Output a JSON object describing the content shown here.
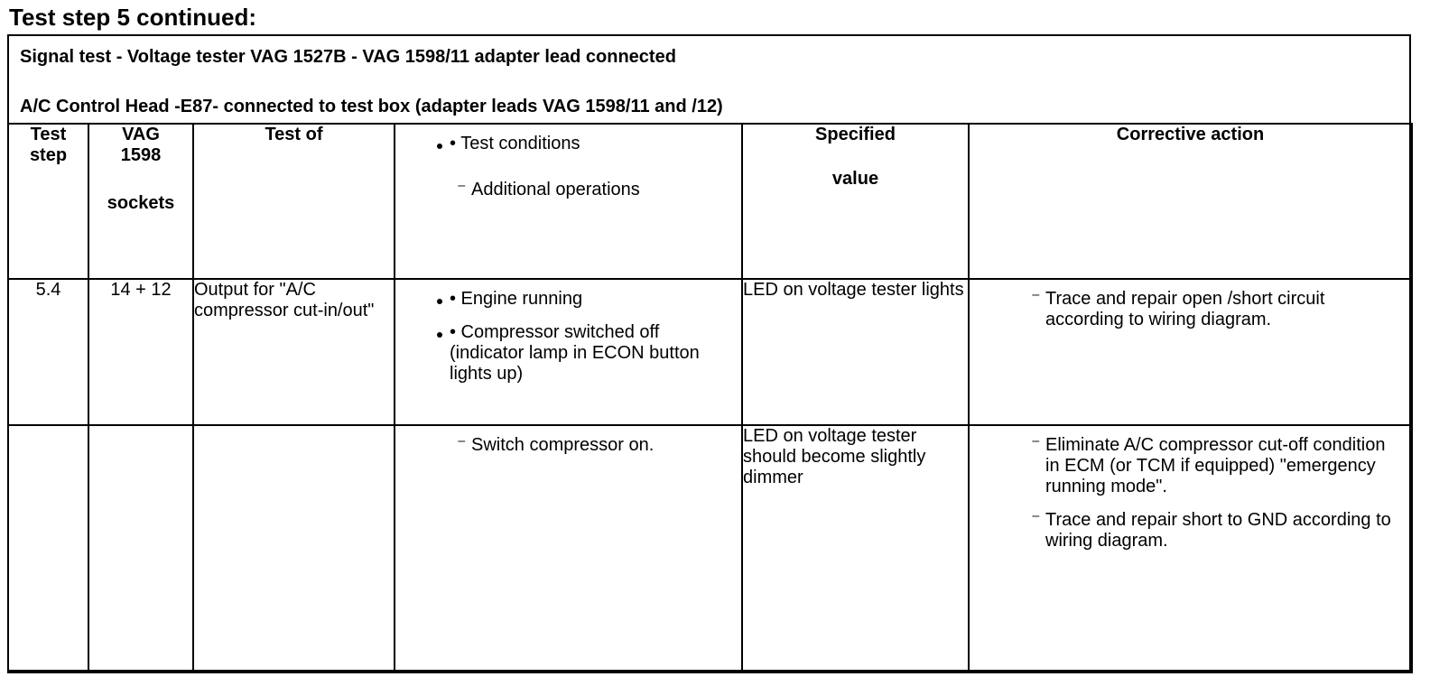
{
  "title": "Test step 5 continued:",
  "header": {
    "line1": "Signal test - Voltage tester VAG 1527B - VAG 1598/11 adapter lead connected",
    "line2": "A/C Control Head -E87- connected to test box (adapter leads VAG 1598/11 and /12)"
  },
  "columns": {
    "test_step": [
      "Test",
      "step"
    ],
    "sockets": [
      "VAG",
      "1598",
      "sockets"
    ],
    "test_of": "Test of",
    "conditions": [
      "• Test conditions",
      "Additional operations"
    ],
    "specified": [
      "Specified",
      "value"
    ],
    "corrective": "Corrective action"
  },
  "rows": [
    {
      "step": "5.4",
      "sockets": "14 + 12",
      "test_of": "Output for \"A/C compressor cut-in/out\"",
      "conditions": [
        {
          "type": "bullet",
          "text": "• Engine running"
        },
        {
          "type": "bullet",
          "text": "• Compressor switched off (indicator lamp in ECON button lights up)"
        }
      ],
      "specified": "LED on voltage tester lights",
      "actions": [
        "Trace and repair open /short circuit according to wiring diagram."
      ]
    },
    {
      "step": "",
      "sockets": "",
      "test_of": "",
      "conditions": [
        {
          "type": "dash",
          "text": "Switch compressor on."
        }
      ],
      "specified": "LED on voltage tester should become slightly dimmer",
      "actions": [
        "Eliminate A/C compressor cut-off condition in ECM (or TCM if equipped) \"emergency running mode\".",
        "Trace and repair short to GND according to wiring diagram."
      ]
    }
  ]
}
